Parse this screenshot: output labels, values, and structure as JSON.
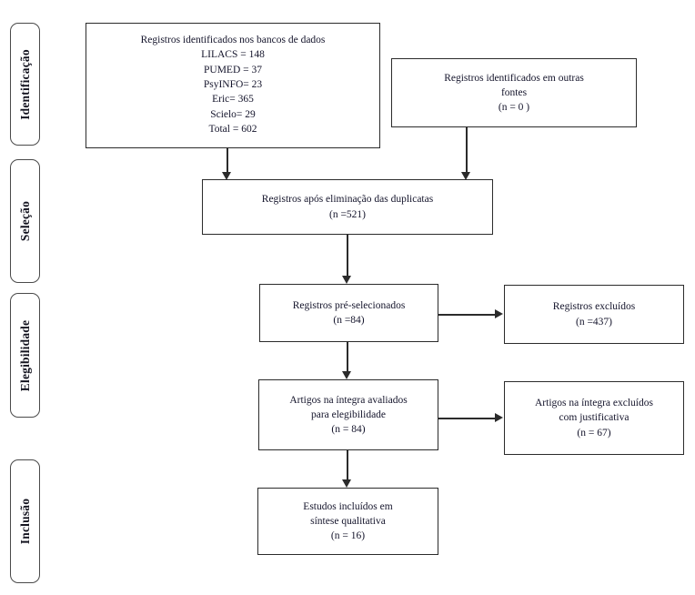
{
  "diagram": {
    "title": "PRISMA Flow Diagram",
    "language": "pt-BR",
    "line_color": "#2b2b2b",
    "text_color": "#14142b",
    "background": "#ffffff"
  },
  "stages": [
    {
      "id": "identificacao",
      "label": "Identificação"
    },
    {
      "id": "selecao",
      "label": "Seleção"
    },
    {
      "id": "elegibilidade",
      "label": "Elegibilidade"
    },
    {
      "id": "inclusao",
      "label": "Inclusão"
    }
  ],
  "boxes": {
    "databases": {
      "lines": [
        "Registros identificados nos bancos de dados",
        "LILACS = 148",
        "PUMED = 37",
        "PsyINFO= 23",
        "Eric= 365",
        "Scielo= 29",
        "Total = 602"
      ]
    },
    "other_sources": {
      "lines": [
        "Registros identificados em outras",
        "fontes",
        "(n =  0 )"
      ]
    },
    "after_duplicates": {
      "lines": [
        "Registros após eliminação das duplicatas",
        "(n =521)"
      ]
    },
    "screened": {
      "lines": [
        "Registros pré-selecionados",
        "(n =84)"
      ]
    },
    "records_excluded": {
      "lines": [
        "Registros excluídos",
        "(n =437)"
      ]
    },
    "fulltext_assessed": {
      "lines": [
        "Artigos na íntegra avaliados",
        "para elegibilidade",
        "(n = 84)"
      ]
    },
    "fulltext_excluded": {
      "lines": [
        "Artigos na íntegra excluídos",
        "com justificativa",
        "(n = 67)"
      ]
    },
    "included": {
      "lines": [
        "Estudos incluídos em",
        "síntese qualitativa",
        "(n = 16)"
      ]
    }
  },
  "chart_data": {
    "type": "diagram",
    "title": "PRISMA Flow Diagram",
    "stages": [
      "Identificação",
      "Seleção",
      "Elegibilidade",
      "Inclusão"
    ],
    "nodes": [
      {
        "id": "databases",
        "stage": "Identificação",
        "label": "Registros identificados nos bancos de dados",
        "total": 602,
        "sources": [
          {
            "name": "LILACS",
            "n": 148
          },
          {
            "name": "PUMED",
            "n": 37
          },
          {
            "name": "PsyINFO",
            "n": 23
          },
          {
            "name": "Eric",
            "n": 365
          },
          {
            "name": "Scielo",
            "n": 29
          }
        ]
      },
      {
        "id": "other_sources",
        "stage": "Identificação",
        "label": "Registros identificados em outras fontes",
        "n": 0
      },
      {
        "id": "after_duplicates",
        "stage": "Seleção",
        "label": "Registros após eliminação das duplicatas",
        "n": 521
      },
      {
        "id": "screened",
        "stage": "Elegibilidade",
        "label": "Registros pré-selecionados",
        "n": 84
      },
      {
        "id": "records_excluded",
        "stage": "Elegibilidade",
        "label": "Registros excluídos",
        "n": 437
      },
      {
        "id": "fulltext_assessed",
        "stage": "Elegibilidade",
        "label": "Artigos na íntegra avaliados para elegibilidade",
        "n": 84
      },
      {
        "id": "fulltext_excluded",
        "stage": "Elegibilidade",
        "label": "Artigos na íntegra excluídos com justificativa",
        "n": 67
      },
      {
        "id": "included",
        "stage": "Inclusão",
        "label": "Estudos incluídos em síntese qualitativa",
        "n": 16
      }
    ],
    "edges": [
      {
        "from": "databases",
        "to": "after_duplicates"
      },
      {
        "from": "other_sources",
        "to": "after_duplicates"
      },
      {
        "from": "after_duplicates",
        "to": "screened"
      },
      {
        "from": "screened",
        "to": "records_excluded"
      },
      {
        "from": "screened",
        "to": "fulltext_assessed"
      },
      {
        "from": "fulltext_assessed",
        "to": "fulltext_excluded"
      },
      {
        "from": "fulltext_assessed",
        "to": "included"
      }
    ]
  }
}
